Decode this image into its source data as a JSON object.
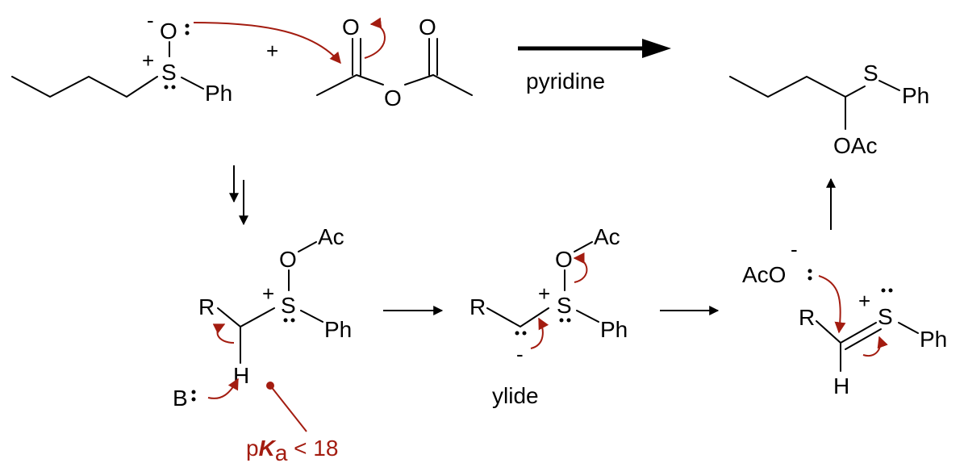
{
  "labels": {
    "O": "O",
    "S": "S",
    "H": "H",
    "R": "R",
    "Ph": "Ph",
    "Ac": "Ac",
    "OAc": "OAc",
    "AcO": "AcO",
    "B": "B",
    "plus": "+",
    "minus": "-",
    "lone_pair": ":"
  },
  "arrows": {
    "main_reagent": "pyridine",
    "ylide_caption": "ylide"
  },
  "pka": {
    "p": "p",
    "K": "K",
    "a": "a",
    "value": " < 18"
  },
  "colors": {
    "mechanism_red": "#a31c10",
    "ink": "#000000"
  }
}
